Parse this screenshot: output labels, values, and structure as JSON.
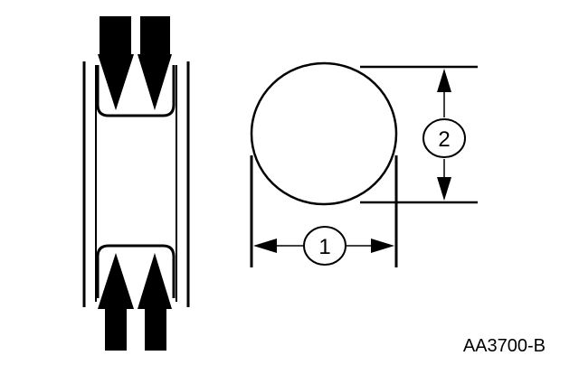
{
  "figure": {
    "reference_code": "AA3700-B",
    "callouts": [
      {
        "number": "1"
      },
      {
        "number": "2"
      }
    ]
  },
  "colors": {
    "ink": "#000000",
    "paper": "#ffffff"
  }
}
